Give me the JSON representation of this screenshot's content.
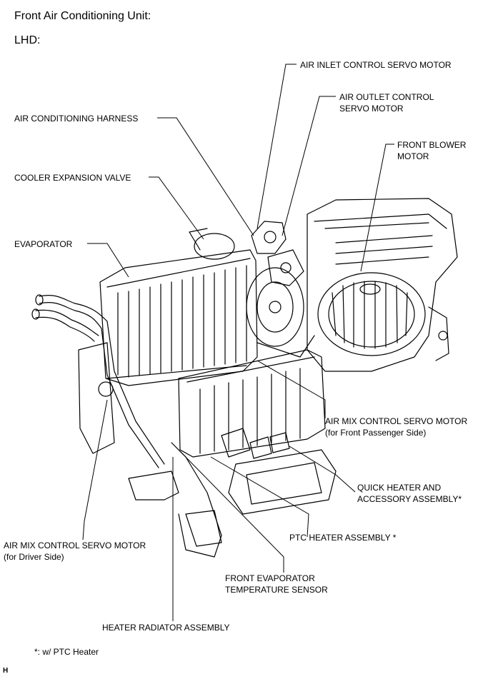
{
  "header": {
    "title": "Front Air Conditioning Unit:",
    "subtitle": "LHD:"
  },
  "labels": {
    "air_inlet_servo": [
      "AIR INLET CONTROL SERVO MOTOR"
    ],
    "air_outlet_servo": [
      "AIR OUTLET CONTROL",
      "SERVO MOTOR"
    ],
    "ac_harness": [
      "AIR CONDITIONING HARNESS"
    ],
    "front_blower": [
      "FRONT BLOWER",
      "MOTOR"
    ],
    "expansion_valve": [
      "COOLER EXPANSION VALVE"
    ],
    "evaporator": [
      "EVAPORATOR"
    ],
    "air_mix_passenger": [
      "AIR MIX CONTROL SERVO MOTOR",
      "(for Front Passenger Side)"
    ],
    "quick_heater": [
      "QUICK HEATER AND",
      "ACCESSORY ASSEMBLY*"
    ],
    "ptc_heater": [
      "PTC HEATER ASSEMBLY *"
    ],
    "air_mix_driver": [
      "AIR MIX CONTROL SERVO MOTOR",
      "(for Driver Side)"
    ],
    "evap_temp_sensor": [
      "FRONT EVAPORATOR",
      "TEMPERATURE SENSOR"
    ],
    "heater_radiator": [
      "HEATER RADIATOR ASSEMBLY"
    ]
  },
  "footnote": "*: w/ PTC Heater",
  "figure_code": "H"
}
